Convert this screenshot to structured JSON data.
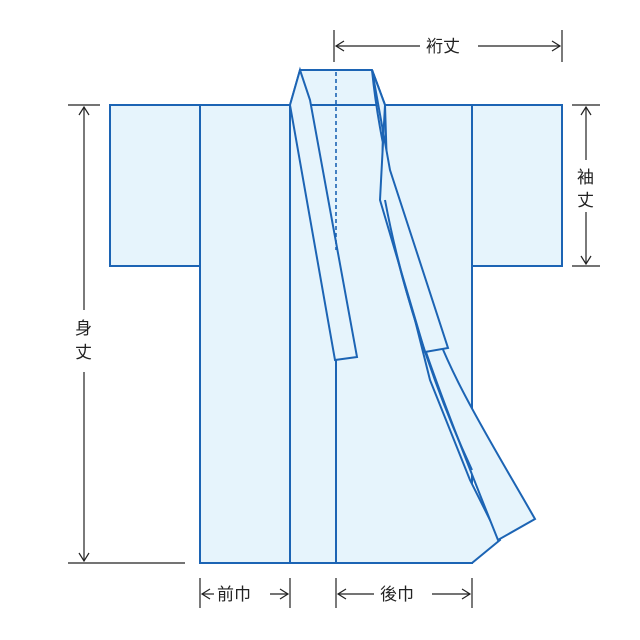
{
  "labels": {
    "yukitake": "裄丈",
    "sodetake_1": "袖",
    "sodetake_2": "丈",
    "mitake_1": "身",
    "mitake_2": "丈",
    "maehaba": "前巾",
    "ushirohaba": "後巾"
  },
  "colors": {
    "outline": "#1c64b4",
    "fill": "#e6f4fc",
    "dimension": "#222222"
  }
}
